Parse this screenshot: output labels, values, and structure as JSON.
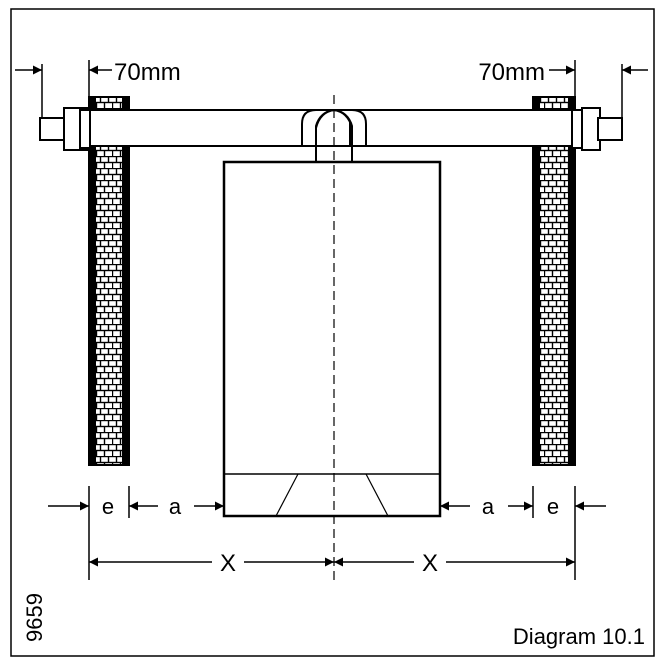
{
  "diagram": {
    "caption": "Diagram 10.1",
    "reference_number": "9659",
    "labels": {
      "left_offset": "70mm",
      "right_offset": "70mm",
      "wall_thickness_left": "e",
      "wall_thickness_right": "e",
      "clearance_left": "a",
      "clearance_right": "a",
      "half_width_left": "X",
      "half_width_right": "X"
    }
  }
}
